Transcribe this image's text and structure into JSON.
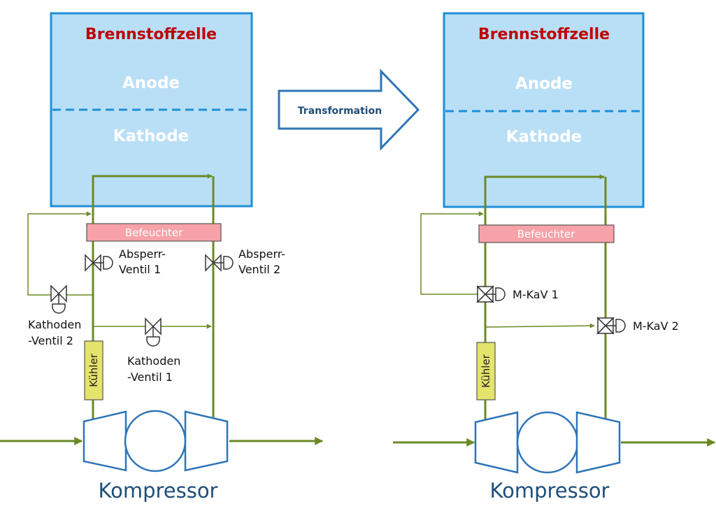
{
  "colors": {
    "pipe": "#6b8a25",
    "cell_fill": "#b9dff7",
    "cell_stroke": "#1f8fd6",
    "title_red": "#c00000",
    "humidifier_fill": "#f6a2a8",
    "cooler_fill": "#e4e36b",
    "compressor_blue": "#2e75b6",
    "text_blue": "#1f4e79"
  },
  "transformation_label": "Transformation",
  "left": {
    "cell_title": "Brennstoffzelle",
    "anode": "Anode",
    "cathode": "Kathode",
    "humidifier": "Befeuchter",
    "shutoff_valve_1": [
      "Absperr-",
      "Ventil 1"
    ],
    "shutoff_valve_2": [
      "Absperr-",
      "Ventil 2"
    ],
    "cathode_valve_2": [
      "Kathoden",
      "-Ventil 2"
    ],
    "cathode_valve_1": [
      "Kathoden",
      "-Ventil 1"
    ],
    "cooler": "Kühler",
    "compressor": "Kompressor"
  },
  "right": {
    "cell_title": "Brennstoffzelle",
    "anode": "Anode",
    "cathode": "Kathode",
    "humidifier": "Befeuchter",
    "mkav_1": "M-KaV 1",
    "mkav_2": "M-KaV 2",
    "cooler": "Kühler",
    "compressor": "Kompressor"
  }
}
